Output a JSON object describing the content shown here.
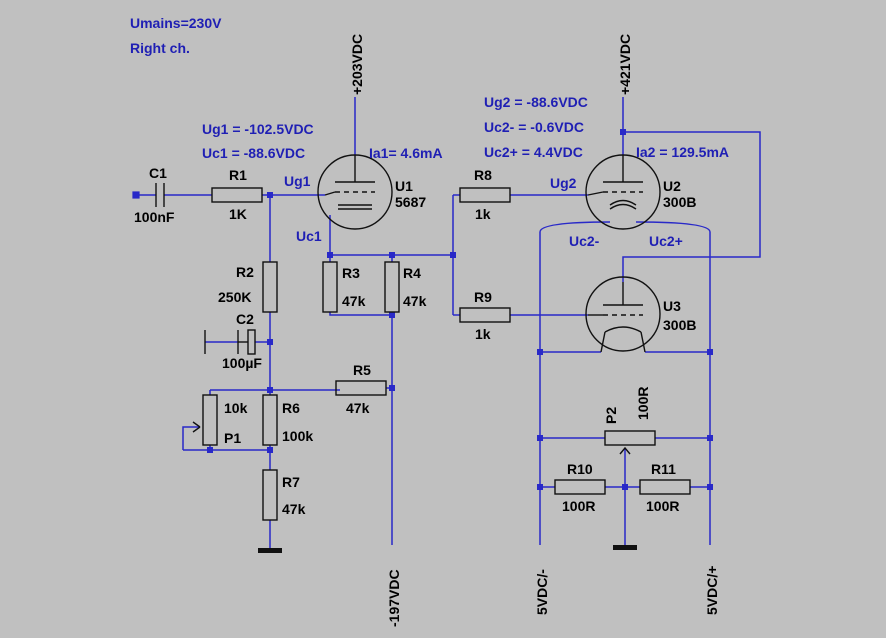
{
  "header": {
    "umains": "Umains=230V",
    "channel": "Right ch."
  },
  "rails": {
    "v203": "+203VDC",
    "v421": "+421VDC",
    "vneg197": "-197VDC",
    "v5neg": "5VDC/-",
    "v5pos": "5VDC/+"
  },
  "notes": {
    "ug1_value": "Ug1 = -102.5VDC",
    "uc1_value": "Uc1 = -88.6VDC",
    "ia1": "Ia1= 4.6mA",
    "ug2_value": "Ug2 = -88.6VDC",
    "uc2m_value": "Uc2- = -0.6VDC",
    "uc2p_value": "Uc2+ = 4.4VDC",
    "ia2": "Ia2 = 129.5mA"
  },
  "nets": {
    "ug1": "Ug1",
    "uc1": "Uc1",
    "ug2": "Ug2",
    "uc2m": "Uc2-",
    "uc2p": "Uc2+"
  },
  "components": {
    "c1": {
      "ref": "C1",
      "value": "100nF"
    },
    "r1": {
      "ref": "R1",
      "value": "1K"
    },
    "r2": {
      "ref": "R2",
      "value": "250K"
    },
    "c2": {
      "ref": "C2",
      "value": "100µF"
    },
    "r3": {
      "ref": "R3",
      "value": "47k"
    },
    "r4": {
      "ref": "R4",
      "value": "47k"
    },
    "r5": {
      "ref": "R5",
      "value": "47k"
    },
    "p1": {
      "ref": "P1",
      "value": "10k"
    },
    "r6": {
      "ref": "R6",
      "value": "100k"
    },
    "r7": {
      "ref": "R7",
      "value": "47k"
    },
    "u1": {
      "ref": "U1",
      "value": "5687"
    },
    "r8": {
      "ref": "R8",
      "value": "1k"
    },
    "r9": {
      "ref": "R9",
      "value": "1k"
    },
    "u2": {
      "ref": "U2",
      "value": "300B"
    },
    "u3": {
      "ref": "U3",
      "value": "300B"
    },
    "p2": {
      "ref": "P2",
      "value": "100R"
    },
    "r10": {
      "ref": "R10",
      "value": "100R"
    },
    "r11": {
      "ref": "R11",
      "value": "100R"
    }
  }
}
